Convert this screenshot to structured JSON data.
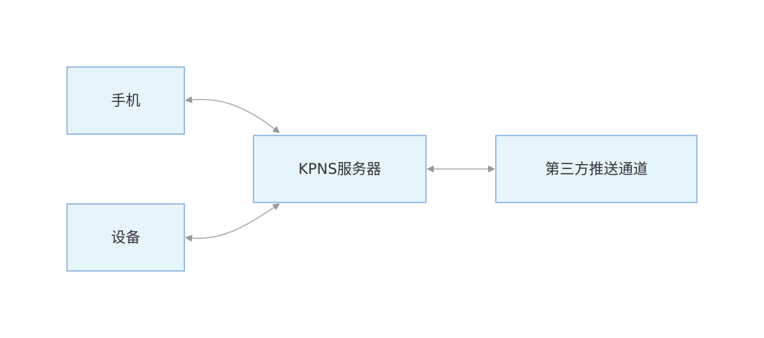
{
  "nodes": {
    "phone": {
      "label": "手机"
    },
    "server": {
      "label": "KPNS服务器"
    },
    "third_party": {
      "label": "第三方推送通道"
    },
    "device": {
      "label": "设备"
    }
  },
  "colors": {
    "node_fill": "#e6f4fc",
    "node_border": "#7aa9dc",
    "edge": "#aaaaaa",
    "arrowhead": "#999999",
    "text": "#333333"
  },
  "edges": [
    {
      "from": "phone",
      "to": "server",
      "direction": "bidirectional"
    },
    {
      "from": "device",
      "to": "server",
      "direction": "bidirectional"
    },
    {
      "from": "server",
      "to": "third_party",
      "direction": "bidirectional"
    }
  ]
}
